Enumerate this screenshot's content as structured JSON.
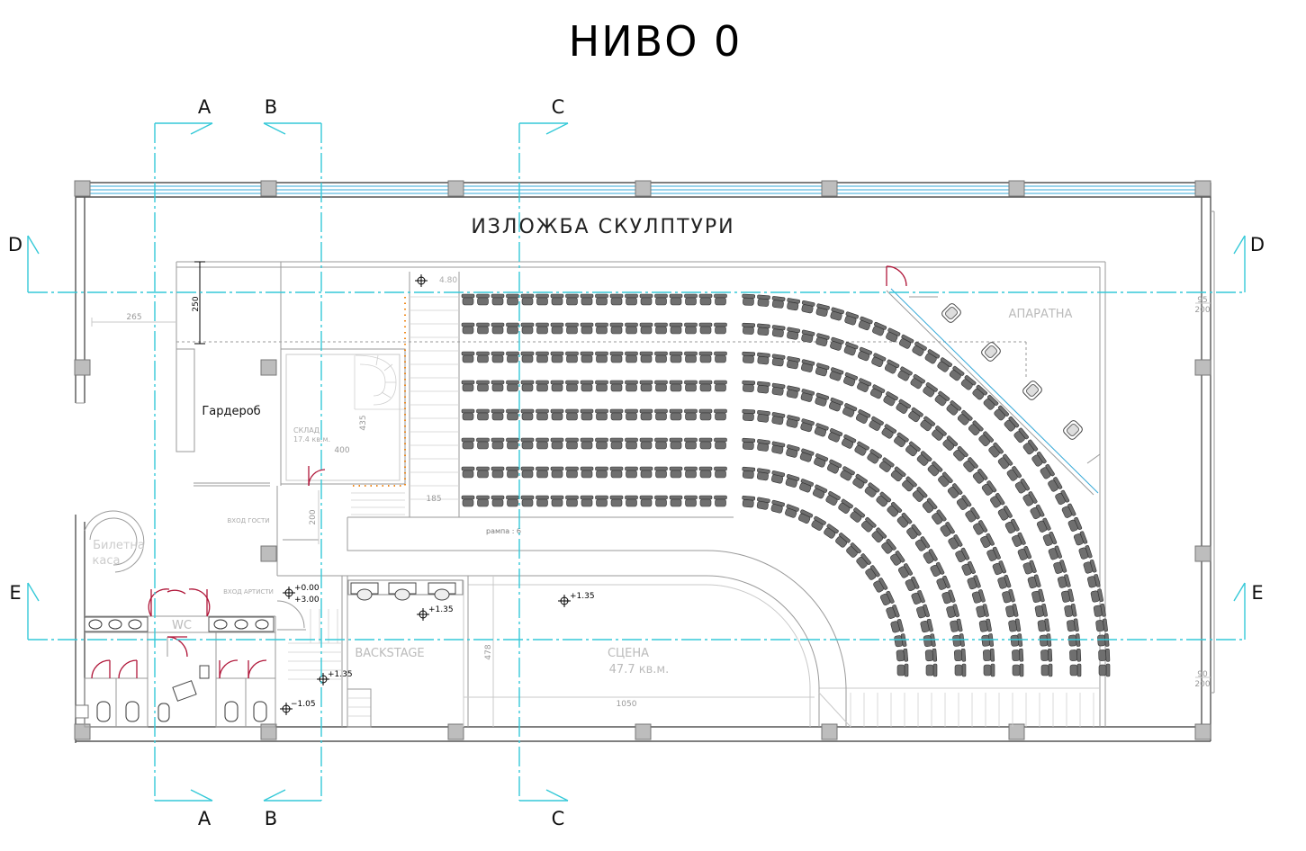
{
  "title": "НИВО    0",
  "rooms": {
    "exhibition": "ИЗЛОЖБА  СКУЛПТУРИ",
    "projection": "АПАРАТНА",
    "cloakroom": "Гардероб",
    "storage": "СКЛАД",
    "storage_area": "17.4 кв.м.",
    "ticket_office_1": "Билетна",
    "ticket_office_2": "каса",
    "guest_entrance": "ВХОД ГОСТИ",
    "artist_entrance": "ВХОД АРТИСТИ",
    "wc": "WC",
    "backstage": "BACKSTAGE",
    "stage": "СЦЕНА",
    "stage_area": "47.7 кв.м.",
    "ramp": "рампа  : 6"
  },
  "sections": {
    "a": "A",
    "b": "B",
    "c": "C",
    "d": "D",
    "e": "E"
  },
  "dimensions": {
    "d265": "265",
    "d250": "250",
    "d400": "400",
    "d435": "435",
    "d185": "185",
    "d200": "200",
    "d478": "478",
    "d1050": "1050",
    "win1_top": "95",
    "win1_bottom": "200",
    "win2_top": "90",
    "win2_bottom": "200"
  },
  "levels": {
    "l480": "4.80",
    "l000": "+0.00",
    "l300": "+3.00",
    "l135_backstage": "+1.35",
    "l135_stair": "+1.35",
    "l135_stage": "+1.35",
    "l105": "−1.05"
  },
  "seating": {
    "straight_rows": 8,
    "seats_per_straight_row": 18,
    "rows_description_count": 8
  },
  "colors": {
    "section_line": "#35c9d8",
    "door": "#b0173a",
    "seat": "#6f6f6f",
    "handrail": "#f08a1c"
  }
}
